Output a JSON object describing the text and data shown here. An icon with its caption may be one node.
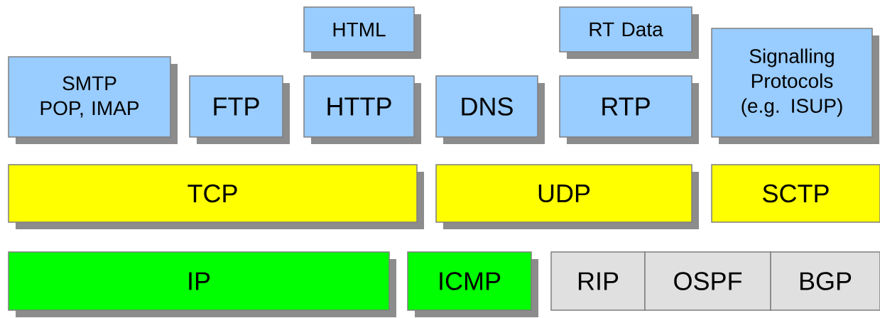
{
  "diagram": {
    "nodes": [
      {
        "text": [
          "SMTP POP, IMAP"
        ]
      },
      {
        "text": [
          "FTP"
        ]
      },
      {
        "text": [
          "HTML"
        ]
      },
      {
        "text": [
          "HTTP"
        ]
      },
      {
        "text": [
          "DNS"
        ]
      },
      {
        "text": [
          "RT Data"
        ]
      },
      {
        "text": [
          "RTP"
        ]
      },
      {
        "text": [
          "Signalling Protocols (e.g. ISUP)"
        ]
      },
      {
        "text": [
          "TCP"
        ]
      },
      {
        "text": [
          "UDP"
        ]
      },
      {
        "text": [
          "SCTP"
        ]
      },
      {
        "text": [
          "IP"
        ]
      },
      {
        "text": [
          "ICMP"
        ]
      },
      {
        "text": [
          "RIP"
        ]
      },
      {
        "text": [
          "OSPF"
        ]
      },
      {
        "text": [
          "BGP"
        ]
      }
    ]
  }
}
